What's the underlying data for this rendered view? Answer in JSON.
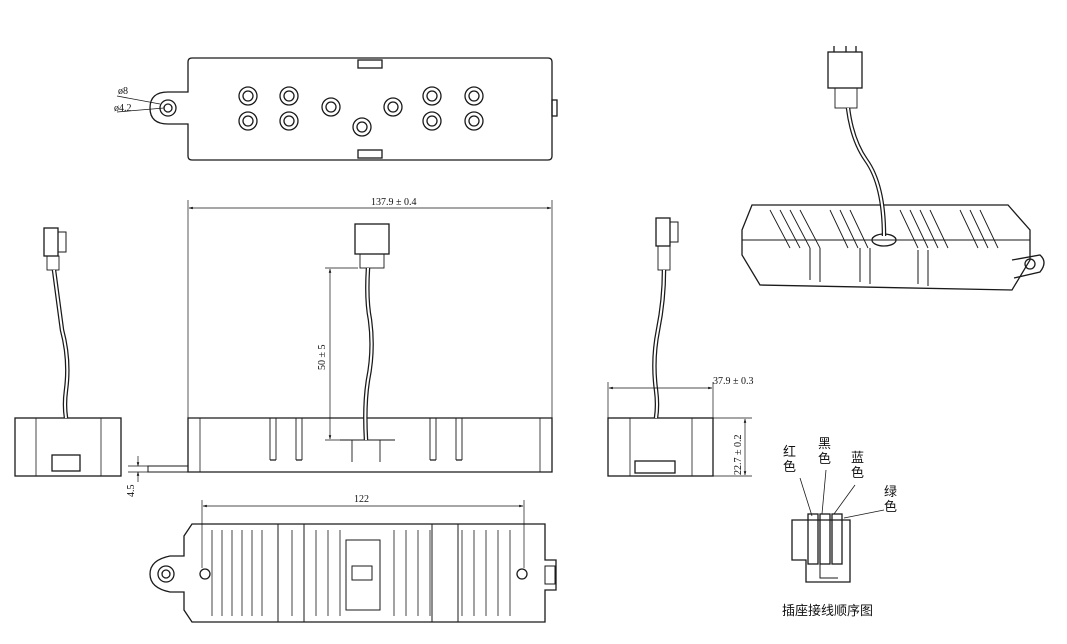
{
  "top_view": {
    "hole_phi": "ø8",
    "hole_d": "ø4.2"
  },
  "front_view": {
    "width": "137.9 ± 0.4",
    "cable": "50 ± 5",
    "base": "4.5"
  },
  "side_view": {
    "depth": "37.9 ± 0.3",
    "height": "22.7 ± 0.2"
  },
  "bottom_view": {
    "length": "122"
  },
  "wiring": {
    "red": "红\n色",
    "black": "黑\n色",
    "blue": "蓝\n色",
    "green": "绿\n色",
    "caption": "插座接线顺序图"
  },
  "colors": {
    "line": "#1a1a1a",
    "background": "#ffffff"
  }
}
